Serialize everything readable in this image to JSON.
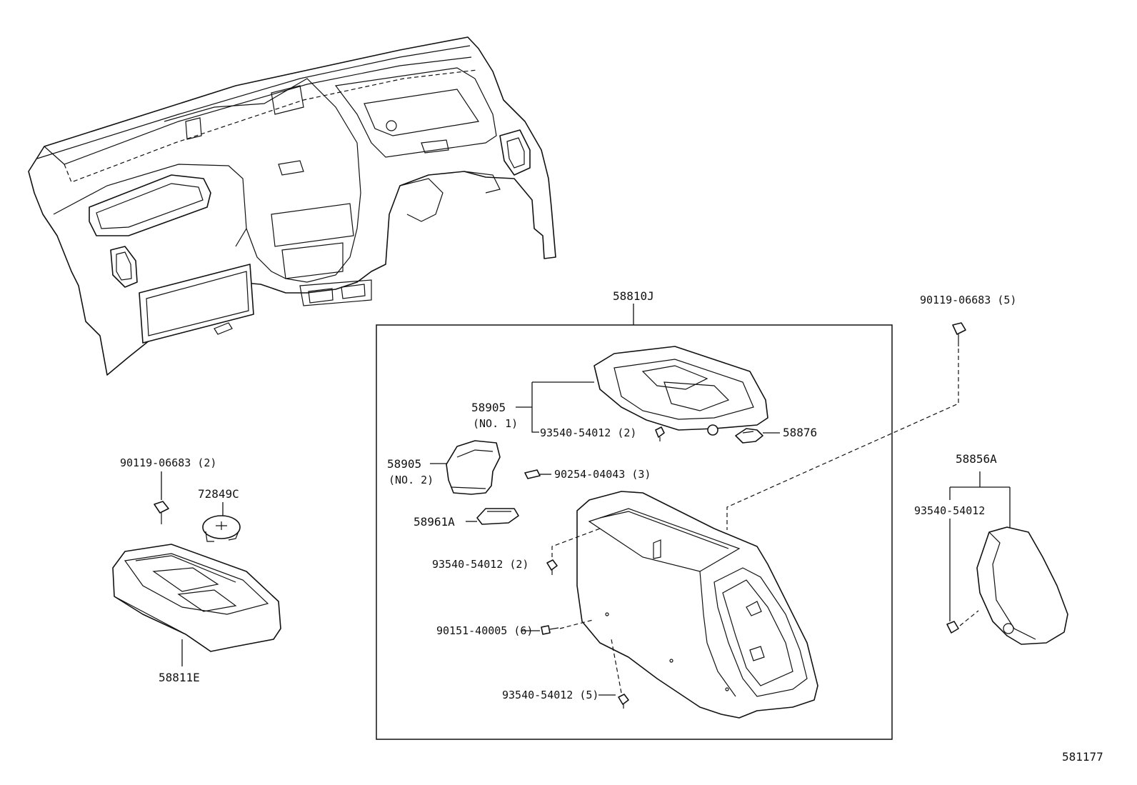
{
  "labels": {
    "assembly": "58810J",
    "screw_top_right": "90119-06683 (5)",
    "lid": "58905",
    "lid_no1": "(NO. 1)",
    "clip_lid": "93540-54012 (2)",
    "hinge": "58876",
    "cover_no2": "58905",
    "cover_no2_sub": "(NO. 2)",
    "cushion": "90254-04043 (3)",
    "latch": "58961A",
    "clip_console": "93540-54012 (2)",
    "screw_console": "90151-40005 (6)",
    "clip_bottom": "93540-54012 (5)",
    "armrest": "58856A",
    "clip_armrest": "93540-54012",
    "screw_left": "90119-06683 (2)",
    "cap": "72849C",
    "front_console": "58811E",
    "diagram_id": "581177"
  }
}
